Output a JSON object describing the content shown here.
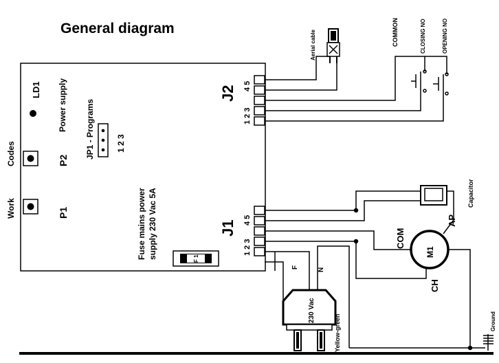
{
  "title": "General diagram",
  "board": {
    "ld1": "LD1",
    "power_supply": "Power supply",
    "codes": "Codes",
    "work": "Work",
    "p1": "P1",
    "p2": "P2",
    "jp1_label": "JP1 - Programs",
    "jp1_pins": "1 2 3",
    "fuse_line1": "Fuse mains power",
    "fuse_line2": "supply 230 Vac  5A",
    "fuse_mark": "F 1"
  },
  "connectors": {
    "j1": "J1",
    "j2": "J2",
    "j1_pins_top": "4 5",
    "j1_pins_bottom": "1 2 3",
    "j2_pins_top": "4 5",
    "j2_pins_bottom": "1 2 3"
  },
  "external": {
    "aerial_cable": "Aerial cable",
    "common": "COMMON",
    "closing_no": "CLOSING NO",
    "opening_no": "OPENING NO",
    "capacitor": "Capacitor",
    "motor": "M1",
    "com": "COM",
    "ap": "AP",
    "ch": "CH",
    "ground": "Ground",
    "plug": "230 Vac",
    "f": "F",
    "n": "N",
    "yellow_green": "Yellow-green"
  }
}
